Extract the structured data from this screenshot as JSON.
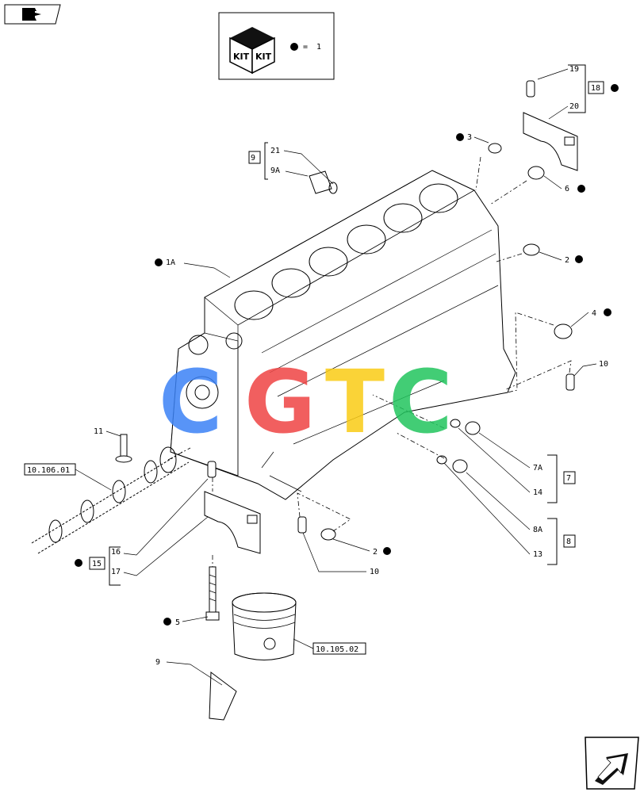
{
  "kit_legend": {
    "icon_label_left": "KIT",
    "icon_label_right": "KIT",
    "equals": "=",
    "number": "1"
  },
  "refs": {
    "r_10_106_01": "10.106.01",
    "r_10_105_02": "10.105.02"
  },
  "callouts": {
    "c1A": "1A",
    "c2a": "2",
    "c2b": "2",
    "c3": "3",
    "c4": "4",
    "c5": "5",
    "c6": "6",
    "c7": "7",
    "c7A": "7A",
    "c8": "8",
    "c8A": "8A",
    "c9": "9",
    "c9A": "9A",
    "c9b": "9",
    "c10a": "10",
    "c10b": "10",
    "c11": "11",
    "c13": "13",
    "c14": "14",
    "c15": "15",
    "c16": "16",
    "c17": "17",
    "c18": "18",
    "c19": "19",
    "c20": "20",
    "c21": "21"
  },
  "watermark": {
    "letters": [
      "C",
      "G",
      "T",
      "C"
    ],
    "colors": [
      "#3b82f6",
      "#ef4444",
      "#facc15",
      "#22c55e"
    ]
  },
  "nav": {
    "top_left_icon": "book-arrow-icon",
    "bottom_right_icon": "next-page-arrow-icon"
  }
}
